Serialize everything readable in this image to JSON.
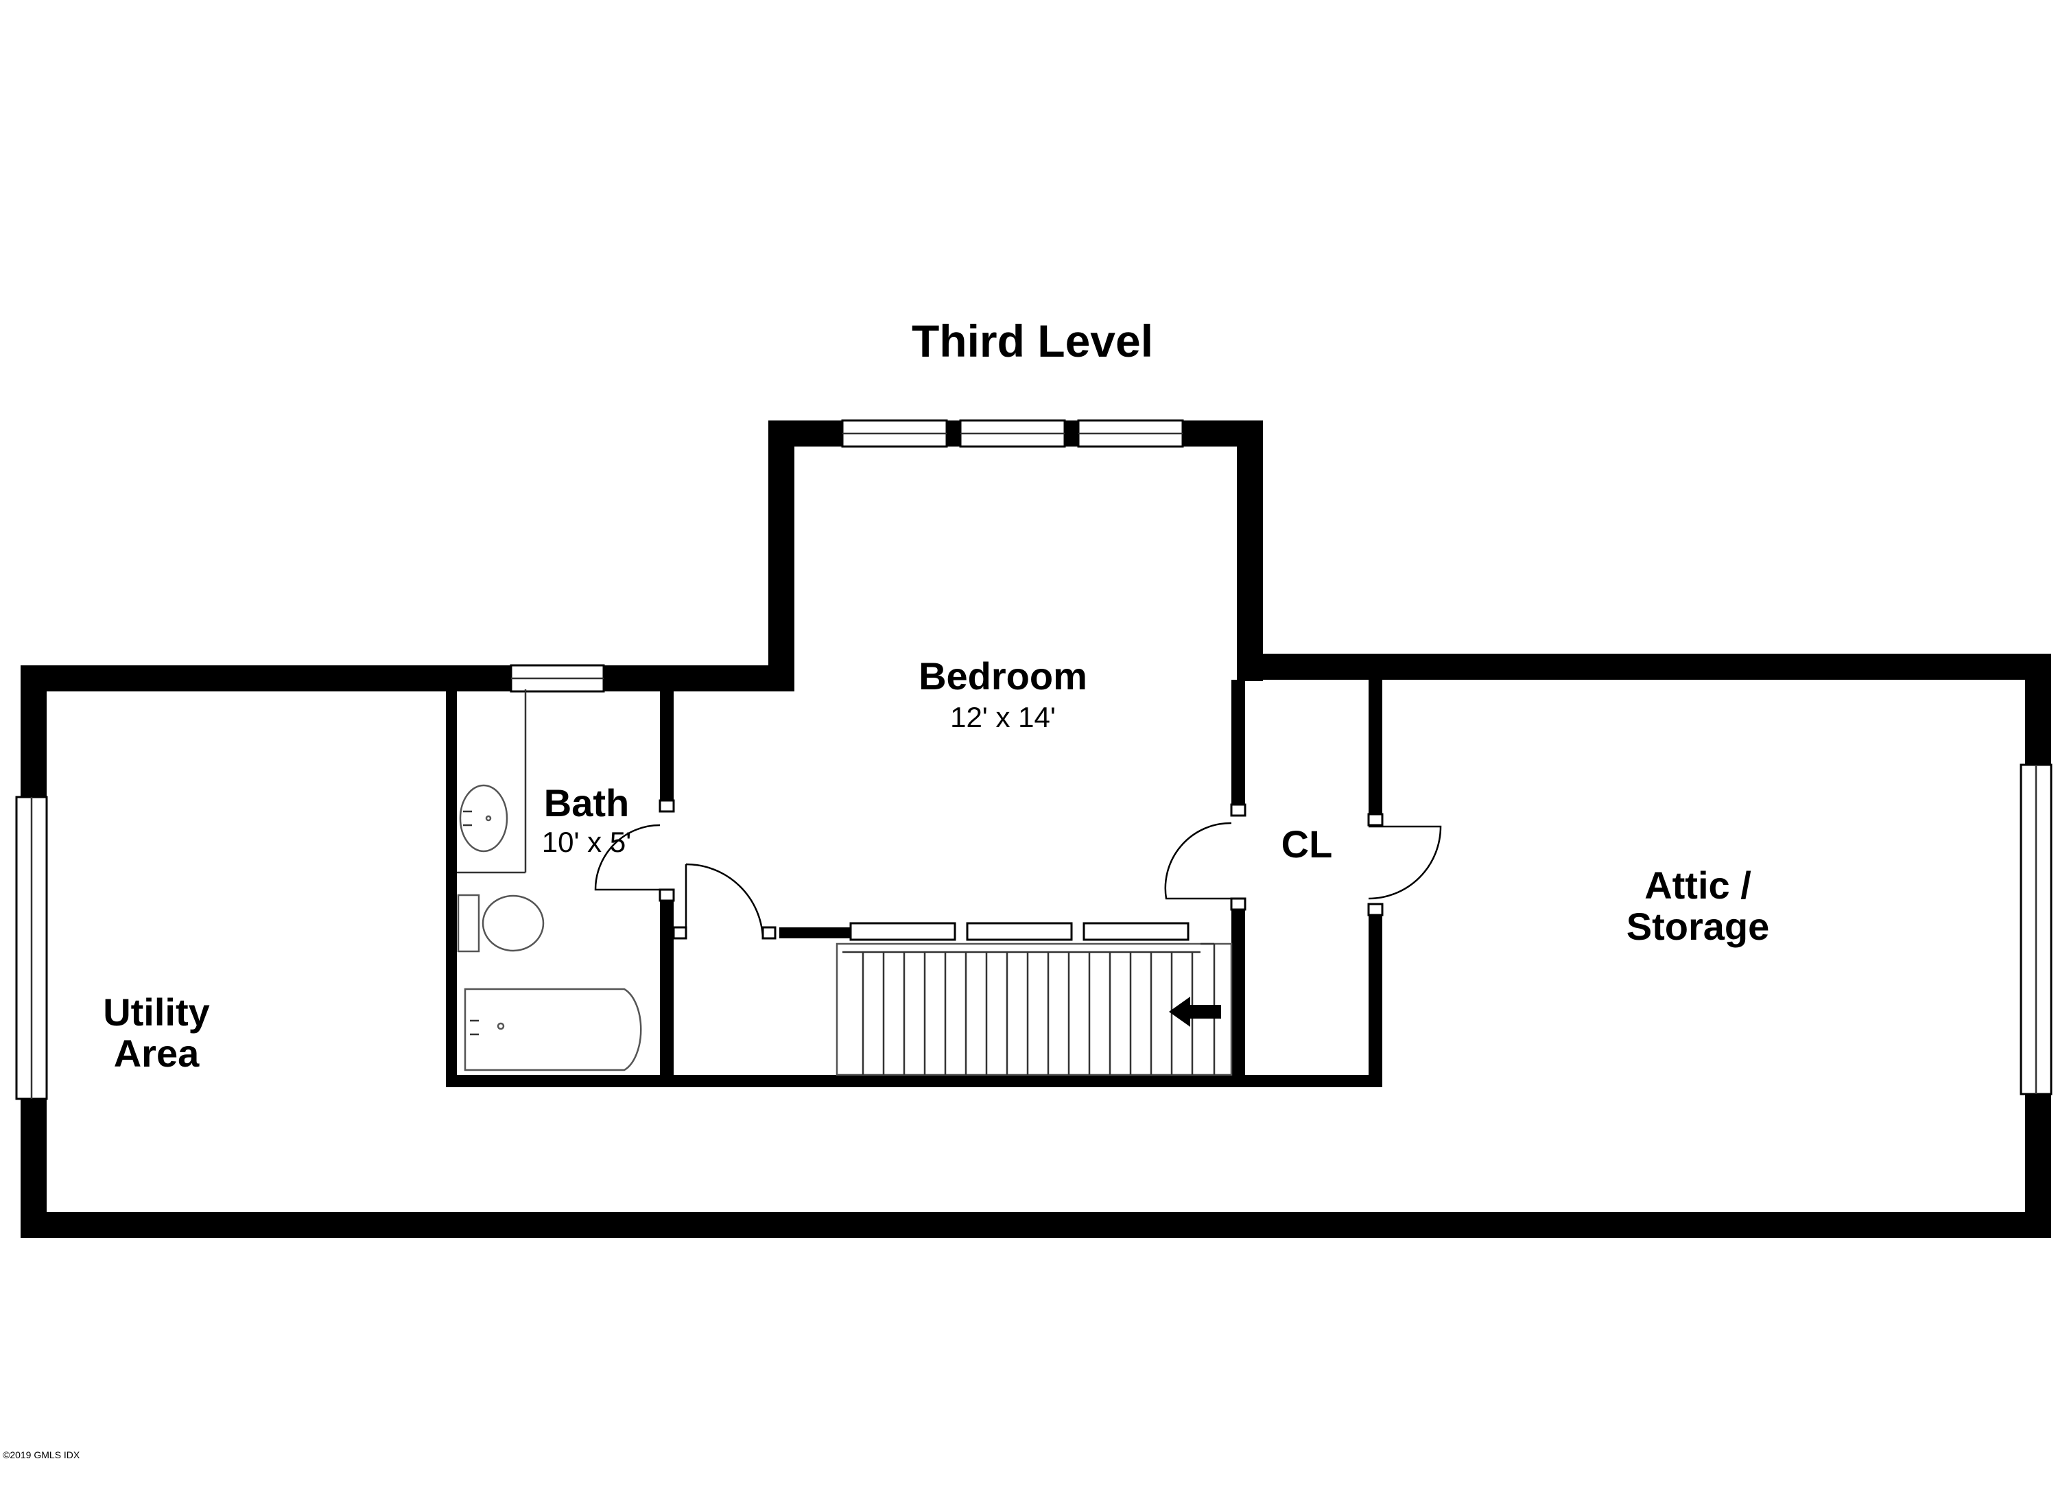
{
  "title": "Third Level",
  "rooms": {
    "bedroom": {
      "name": "Bedroom",
      "dimensions": "12' x 14'"
    },
    "bath": {
      "name": "Bath",
      "dimensions": "10' x 5'"
    },
    "closet": {
      "name": "CL"
    },
    "utility": {
      "line1": "Utility",
      "line2": "Area"
    },
    "attic": {
      "line1": "Attic /",
      "line2": "Storage"
    }
  },
  "stairs": {
    "direction_icon": "arrow-left-icon"
  },
  "copyright": "©2019 GMLS IDX",
  "colors": {
    "walls": "#000000",
    "background": "#ffffff"
  }
}
